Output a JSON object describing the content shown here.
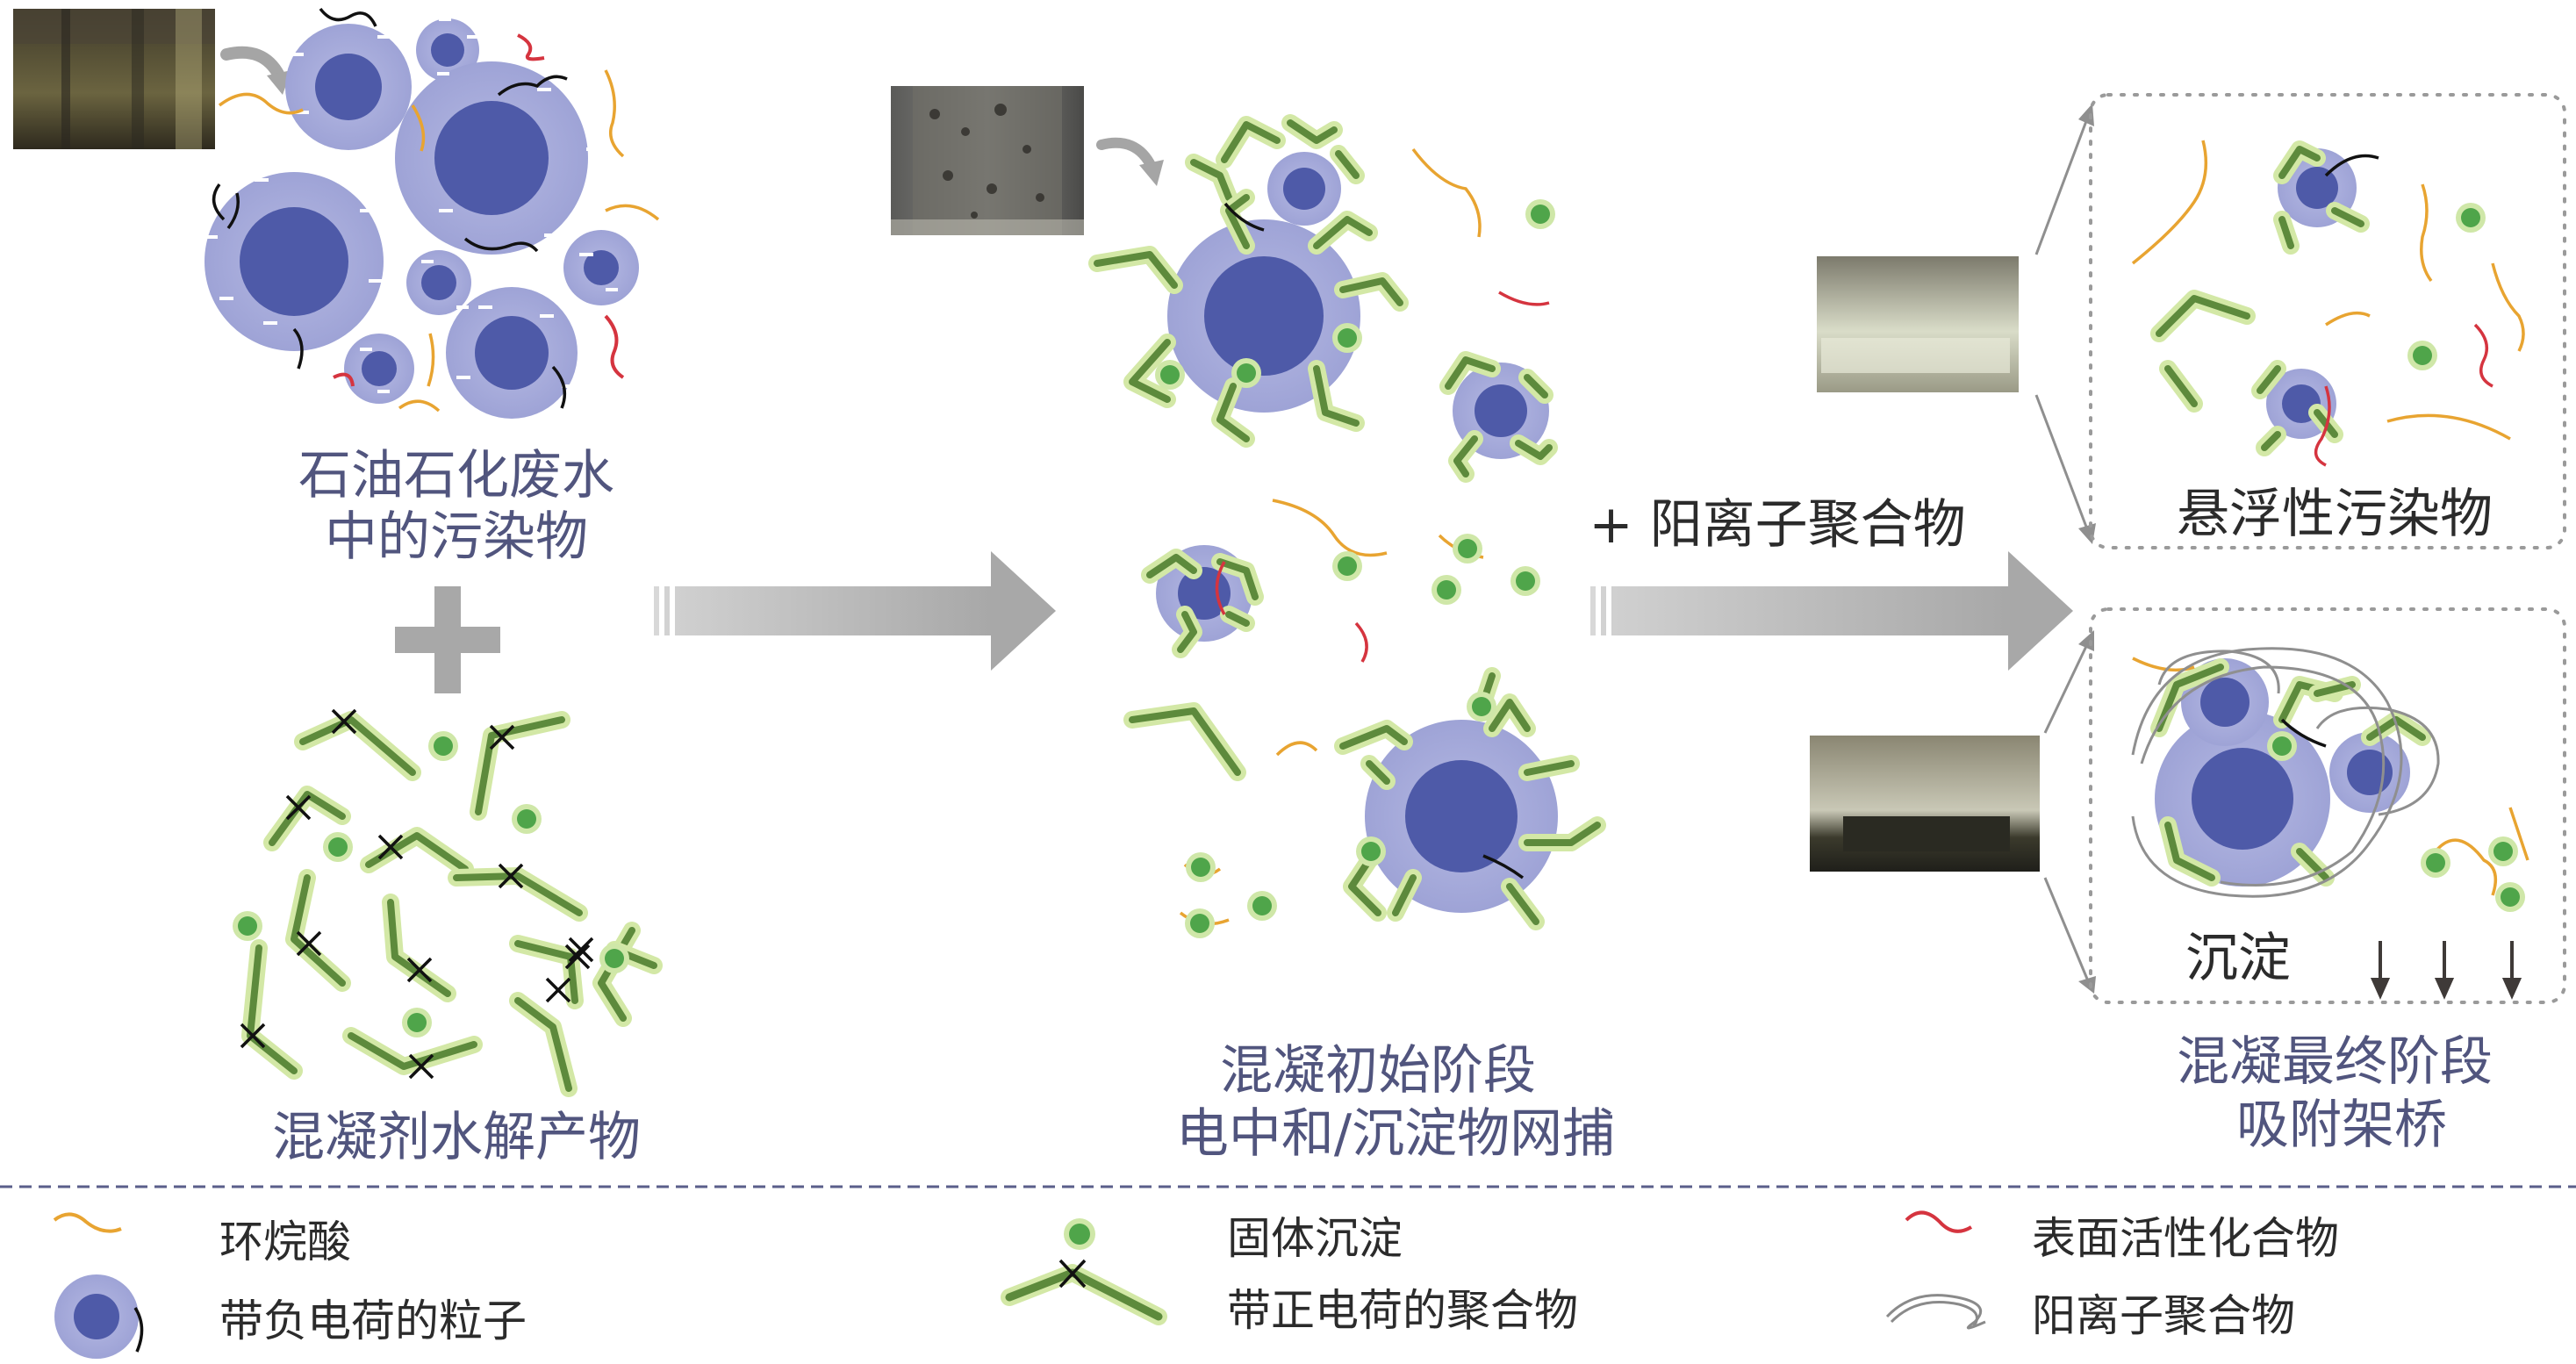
{
  "labels": {
    "wastewater_line1": "石油石化废水",
    "wastewater_line2": "中的污染物",
    "hydrolysis": "混凝剂水解产物",
    "initial_line1": "混凝初始阶段",
    "initial_line2": "电中和/沉淀物网捕",
    "add_polymer": "+ 阳离子聚合物",
    "suspended": "悬浮性污染物",
    "sediment": "沉淀",
    "final_line1": "混凝最终阶段",
    "final_line2": "吸附架桥"
  },
  "legend": {
    "naphthenic_acid": "环烷酸",
    "negative_particle": "带负电荷的粒子",
    "solid_precipitate": "固体沉淀",
    "positive_polymer": "带正电荷的聚合物",
    "surfactant": "表面活性化合物",
    "cationic_polymer": "阳离子聚合物"
  },
  "colors": {
    "particle_core": "#4e5aa8",
    "particle_halo": "#a9aedb",
    "polymer_green": "#5d8a3c",
    "polymer_glow": "#d3e8a6",
    "precipitate_green": "#4fa54a",
    "naphthenic_orange": "#e8a431",
    "surfactant_red": "#d5343f",
    "arrow_gray": "#b3b3b3",
    "label_blue": "#51557e",
    "dashed_border": "#9a9a9a",
    "legend_divider": "#5a5e8a"
  },
  "icons": [
    "wastewater-photo",
    "beaker-photo",
    "clear-water-photo",
    "sediment-photo",
    "plus-sign-icon",
    "process-arrow-icon",
    "settling-arrow-icon"
  ]
}
